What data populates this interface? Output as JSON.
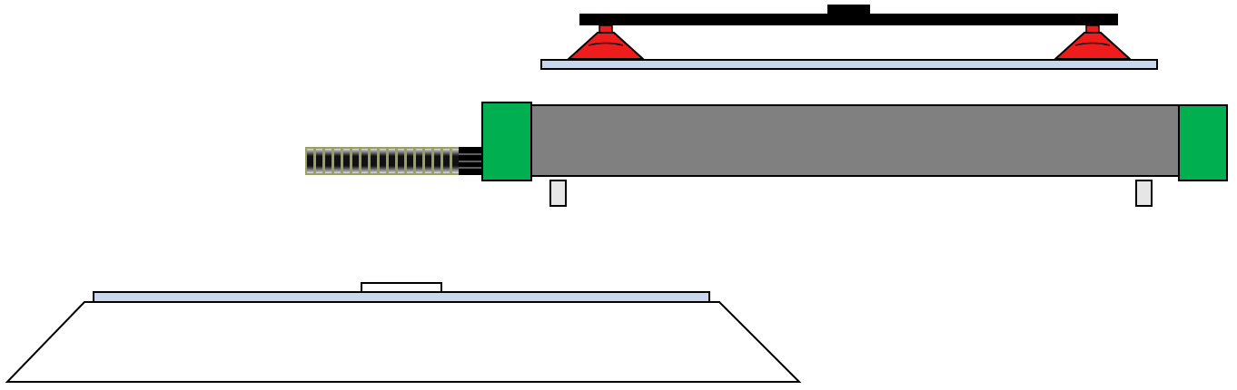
{
  "colors": {
    "bar": "#000000",
    "suction_cup": "#ee1c1c",
    "plate": "#c9d7ec",
    "cylinder_body": "#808080",
    "cylinder_cap": "#00b050",
    "rod_stripe_border": "#7a8a3a",
    "foot": "#e6e6e6",
    "base": "#ffffff"
  },
  "icons": [
    "gripper-bar",
    "suction-cup",
    "plate",
    "pneumatic-cylinder",
    "threaded-rod",
    "base-platform"
  ]
}
